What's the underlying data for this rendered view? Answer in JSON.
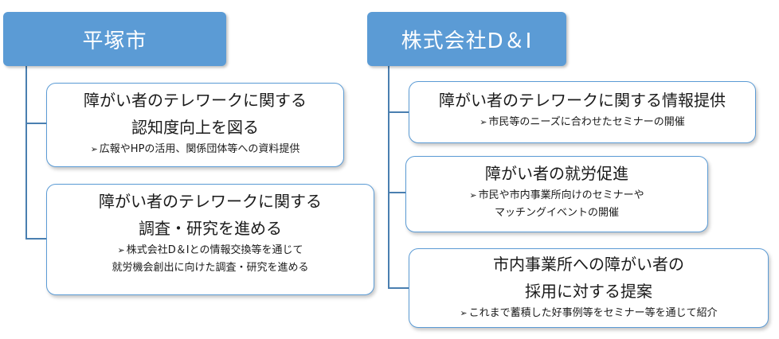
{
  "bullet": "➢",
  "left": {
    "header": "平塚市",
    "box1": {
      "title_lines": [
        "障がい者のテレワークに関する",
        "認知度向上を図る"
      ],
      "sub_lines": [
        "広報やHPの活用、関係団体等への資料提供"
      ]
    },
    "box2": {
      "title_lines": [
        "障がい者のテレワークに関する",
        "調査・研究を進める"
      ],
      "sub_lines": [
        "株式会社D＆Iとの情報交換等を通じて",
        "就労機会創出に向けた調査・研究を進める"
      ]
    }
  },
  "right": {
    "header": "株式会社D＆I",
    "box1": {
      "title_lines": [
        "障がい者のテレワークに関する情報提供"
      ],
      "sub_lines": [
        "市民等のニーズに合わせたセミナーの開催"
      ]
    },
    "box2": {
      "title_lines": [
        "障がい者の就労促進"
      ],
      "sub_lines": [
        "市民や市内事業所向けのセミナーや",
        "マッチングイベントの開催"
      ]
    },
    "box3": {
      "title_lines": [
        "市内事業所への障がい者の",
        "採用に対する提案"
      ],
      "sub_lines": [
        "これまで蓄積した好事例等をセミナー等を通じて紹介"
      ]
    }
  },
  "colors": {
    "header_fill": "#5b9bd5",
    "box_border": "#5b9bd5",
    "connector": "#4a7fb0"
  }
}
